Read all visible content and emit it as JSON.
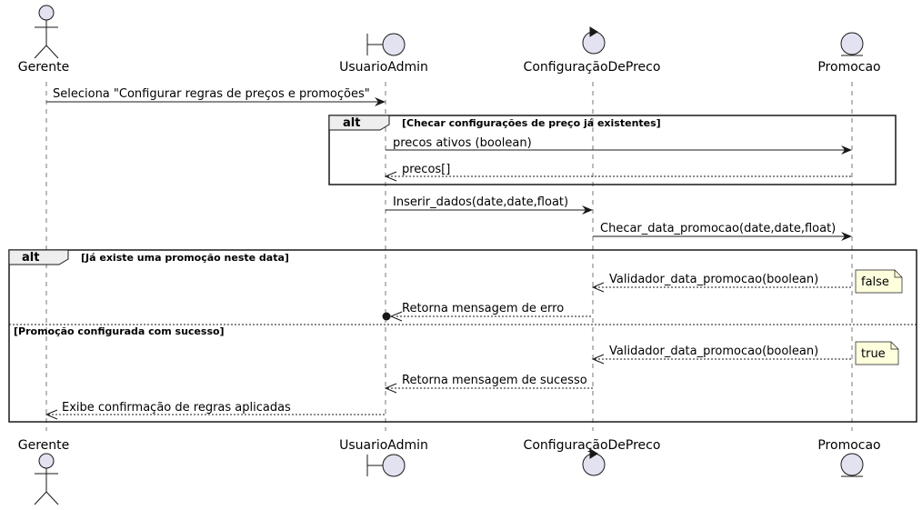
{
  "participants": [
    {
      "id": "gerente",
      "name": "Gerente",
      "kind": "actor"
    },
    {
      "id": "usuarioadmin",
      "name": "UsuarioAdmin",
      "kind": "boundary"
    },
    {
      "id": "configuracao",
      "name": "ConfiguraçãoDePreco",
      "kind": "control"
    },
    {
      "id": "promocao",
      "name": "Promocao",
      "kind": "entity"
    }
  ],
  "messages": [
    {
      "id": "m1",
      "label": "Seleciona \"Configurar regras de preços e promoções\"",
      "from": "gerente",
      "to": "usuarioadmin",
      "style": "solid"
    },
    {
      "id": "m2",
      "label": "precos ativos (boolean)",
      "from": "usuarioadmin",
      "to": "promocao",
      "style": "solid"
    },
    {
      "id": "m3",
      "label": "precos[]",
      "from": "promocao",
      "to": "usuarioadmin",
      "style": "dashed"
    },
    {
      "id": "m4",
      "label": "Inserir_dados(date,date,float)",
      "from": "usuarioadmin",
      "to": "configuracao",
      "style": "solid"
    },
    {
      "id": "m5",
      "label": "Checar_data_promocao(date,date,float)",
      "from": "configuracao",
      "to": "promocao",
      "style": "solid"
    },
    {
      "id": "m6",
      "label": "Validador_data_promocao(boolean)",
      "from": "promocao",
      "to": "configuracao",
      "style": "dashed"
    },
    {
      "id": "m7",
      "label": "Retorna mensagem de erro",
      "from": "configuracao",
      "to": "usuarioadmin",
      "style": "dashed",
      "lost": true
    },
    {
      "id": "m8",
      "label": "Validador_data_promocao(boolean)",
      "from": "promocao",
      "to": "configuracao",
      "style": "dashed"
    },
    {
      "id": "m9",
      "label": "Retorna mensagem de sucesso",
      "from": "configuracao",
      "to": "usuarioadmin",
      "style": "dashed"
    },
    {
      "id": "m10",
      "label": "Exibe confirmação de regras aplicadas",
      "from": "usuarioadmin",
      "to": "gerente",
      "style": "dashed"
    }
  ],
  "frames": [
    {
      "id": "alt1",
      "keyword": "alt",
      "guard": "[Checar configurações de preço já existentes]",
      "else_guard": ""
    },
    {
      "id": "alt2",
      "keyword": "alt",
      "guard": "[Já existe uma promoção neste data]",
      "else_guard": "[Promoção configurada com sucesso]"
    }
  ],
  "notes": [
    {
      "id": "n1",
      "text": "false",
      "attached_to": "m6"
    },
    {
      "id": "n2",
      "text": "true",
      "attached_to": "m8"
    }
  ],
  "colors": {
    "participant_fill": "#E2E2F0",
    "note_fill": "#FEFFDD",
    "frame_header_fill": "#EEEEEE",
    "line": "#181818",
    "lifeline": "#777777"
  }
}
